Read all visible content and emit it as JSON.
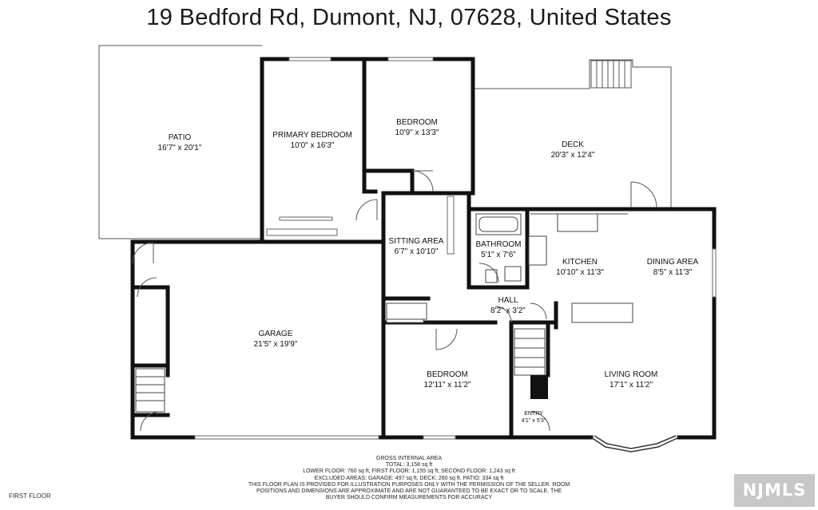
{
  "header": {
    "title": "19 Bedford Rd, Dumont, NJ, 07628, United States"
  },
  "rooms": [
    {
      "name": "PATIO",
      "dims": "16'7\" x 20'1\""
    },
    {
      "name": "PRIMARY BEDROOM",
      "dims": "10'0\" x 16'3\""
    },
    {
      "name": "BEDROOM",
      "dims": "10'9\" x 13'3\""
    },
    {
      "name": "DECK",
      "dims": "20'3\" x 12'4\""
    },
    {
      "name": "SITTING AREA",
      "dims": "6'7\" x 10'10\""
    },
    {
      "name": "BATHROOM",
      "dims": "5'1\" x 7'6\""
    },
    {
      "name": "KITCHEN",
      "dims": "10'10\" x 11'3\""
    },
    {
      "name": "DINING AREA",
      "dims": "8'5\" x 11'3\""
    },
    {
      "name": "HALL",
      "dims": "8'2\" x 3'2\""
    },
    {
      "name": "GARAGE",
      "dims": "21'5\" x 19'9\""
    },
    {
      "name": "BEDROOM",
      "dims": "12'11\" x 11'2\""
    },
    {
      "name": "LIVING ROOM",
      "dims": "17'1\" x 11'2\""
    },
    {
      "name": "ENTRY",
      "dims": "4'1\" x 5'3\""
    }
  ],
  "notes": {
    "heading": "GROSS INTERNAL AREA",
    "total": "TOTAL: 3,158 sq ft",
    "floors": "LOWER FLOOR: 760 sq ft, FIRST FLOOR: 1,155 sq ft, SECOND FLOOR: 1,243 sq ft",
    "excluded": "EXCLUDED AREAS: GARAGE: 497 sq ft, DECK: 260 sq ft, PATIO: 334 sq ft",
    "disclaimer_1": "THIS FLOOR PLAN IS PROVIDED FOR ILLUSTRATION PURPOSES ONLY WITH THE PERMISSION OF THE SELLER. ROOM",
    "disclaimer_2": "POSITIONS AND DIMENSIONS ARE APPROXIMATE AND ARE NOT GUARANTEED TO BE EXACT OR TO SCALE. THE",
    "disclaimer_3": "BUYER SHOULD CONFIRM MEASUREMENTS FOR ACCURACY"
  },
  "footer": {
    "floor_label": "FIRST FLOOR",
    "logo_text": "NJMLS"
  },
  "colors": {
    "wall": "#111111",
    "thin_line": "#444444",
    "logo_bg": "#c7c7c7"
  }
}
